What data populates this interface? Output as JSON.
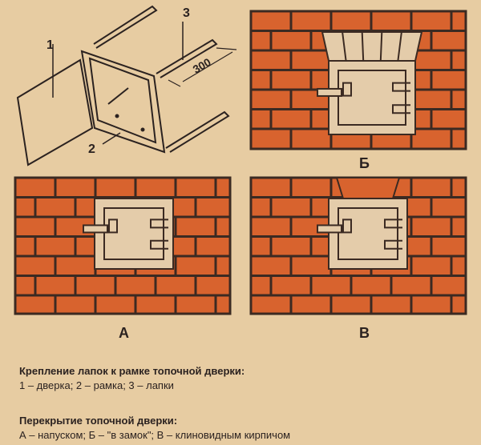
{
  "colors": {
    "background": "#e7cca2",
    "brick": "#d8632e",
    "mortar": "#3b2a22",
    "door": "#e4ccaa"
  },
  "figure": {
    "callouts": [
      "1",
      "2",
      "3"
    ],
    "dimension": "300",
    "panel_labels": {
      "a": "А",
      "b": "Б",
      "v": "В"
    }
  },
  "captions": {
    "caption1_title": "Крепление лапок к рамке топочной дверки:",
    "caption1_body": "1 – дверка;  2 – рамка;  3 – лапки",
    "caption2_title": "Перекрытие топочной дверки:",
    "caption2_body": "А – напуском;  Б – \"в замок\";  В –  клиновидным кирпичом"
  }
}
